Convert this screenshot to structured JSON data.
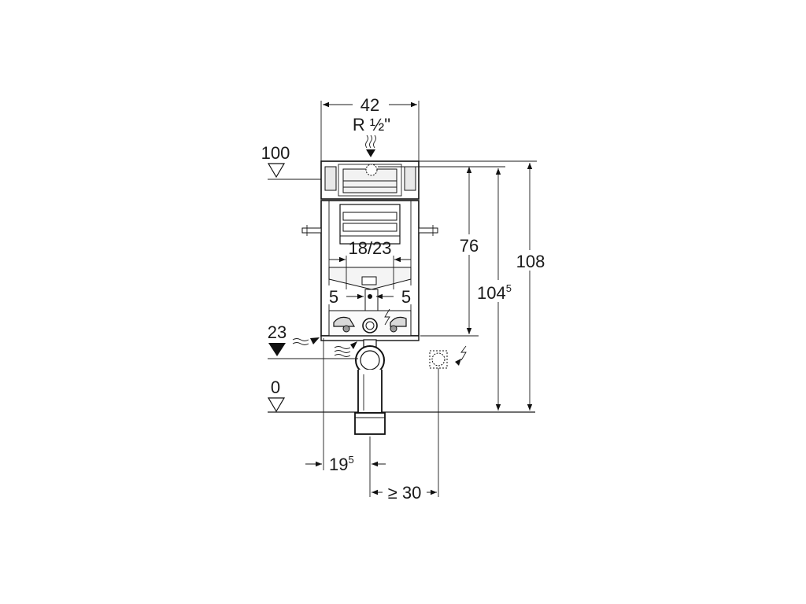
{
  "dimensions": {
    "frame_width": "42",
    "water_connection": "R ½\"",
    "top_level": "100",
    "cistern_height": "76",
    "frame_height_base": "104",
    "frame_height_sup": "5",
    "total_height": "108",
    "flush_spacing": "18/23",
    "offset_left": "5",
    "offset_right": "5",
    "waste_level": "23",
    "floor_level": "0",
    "waste_offset_base": "19",
    "waste_offset_sup": "5",
    "min_distance": "≥ 30"
  }
}
